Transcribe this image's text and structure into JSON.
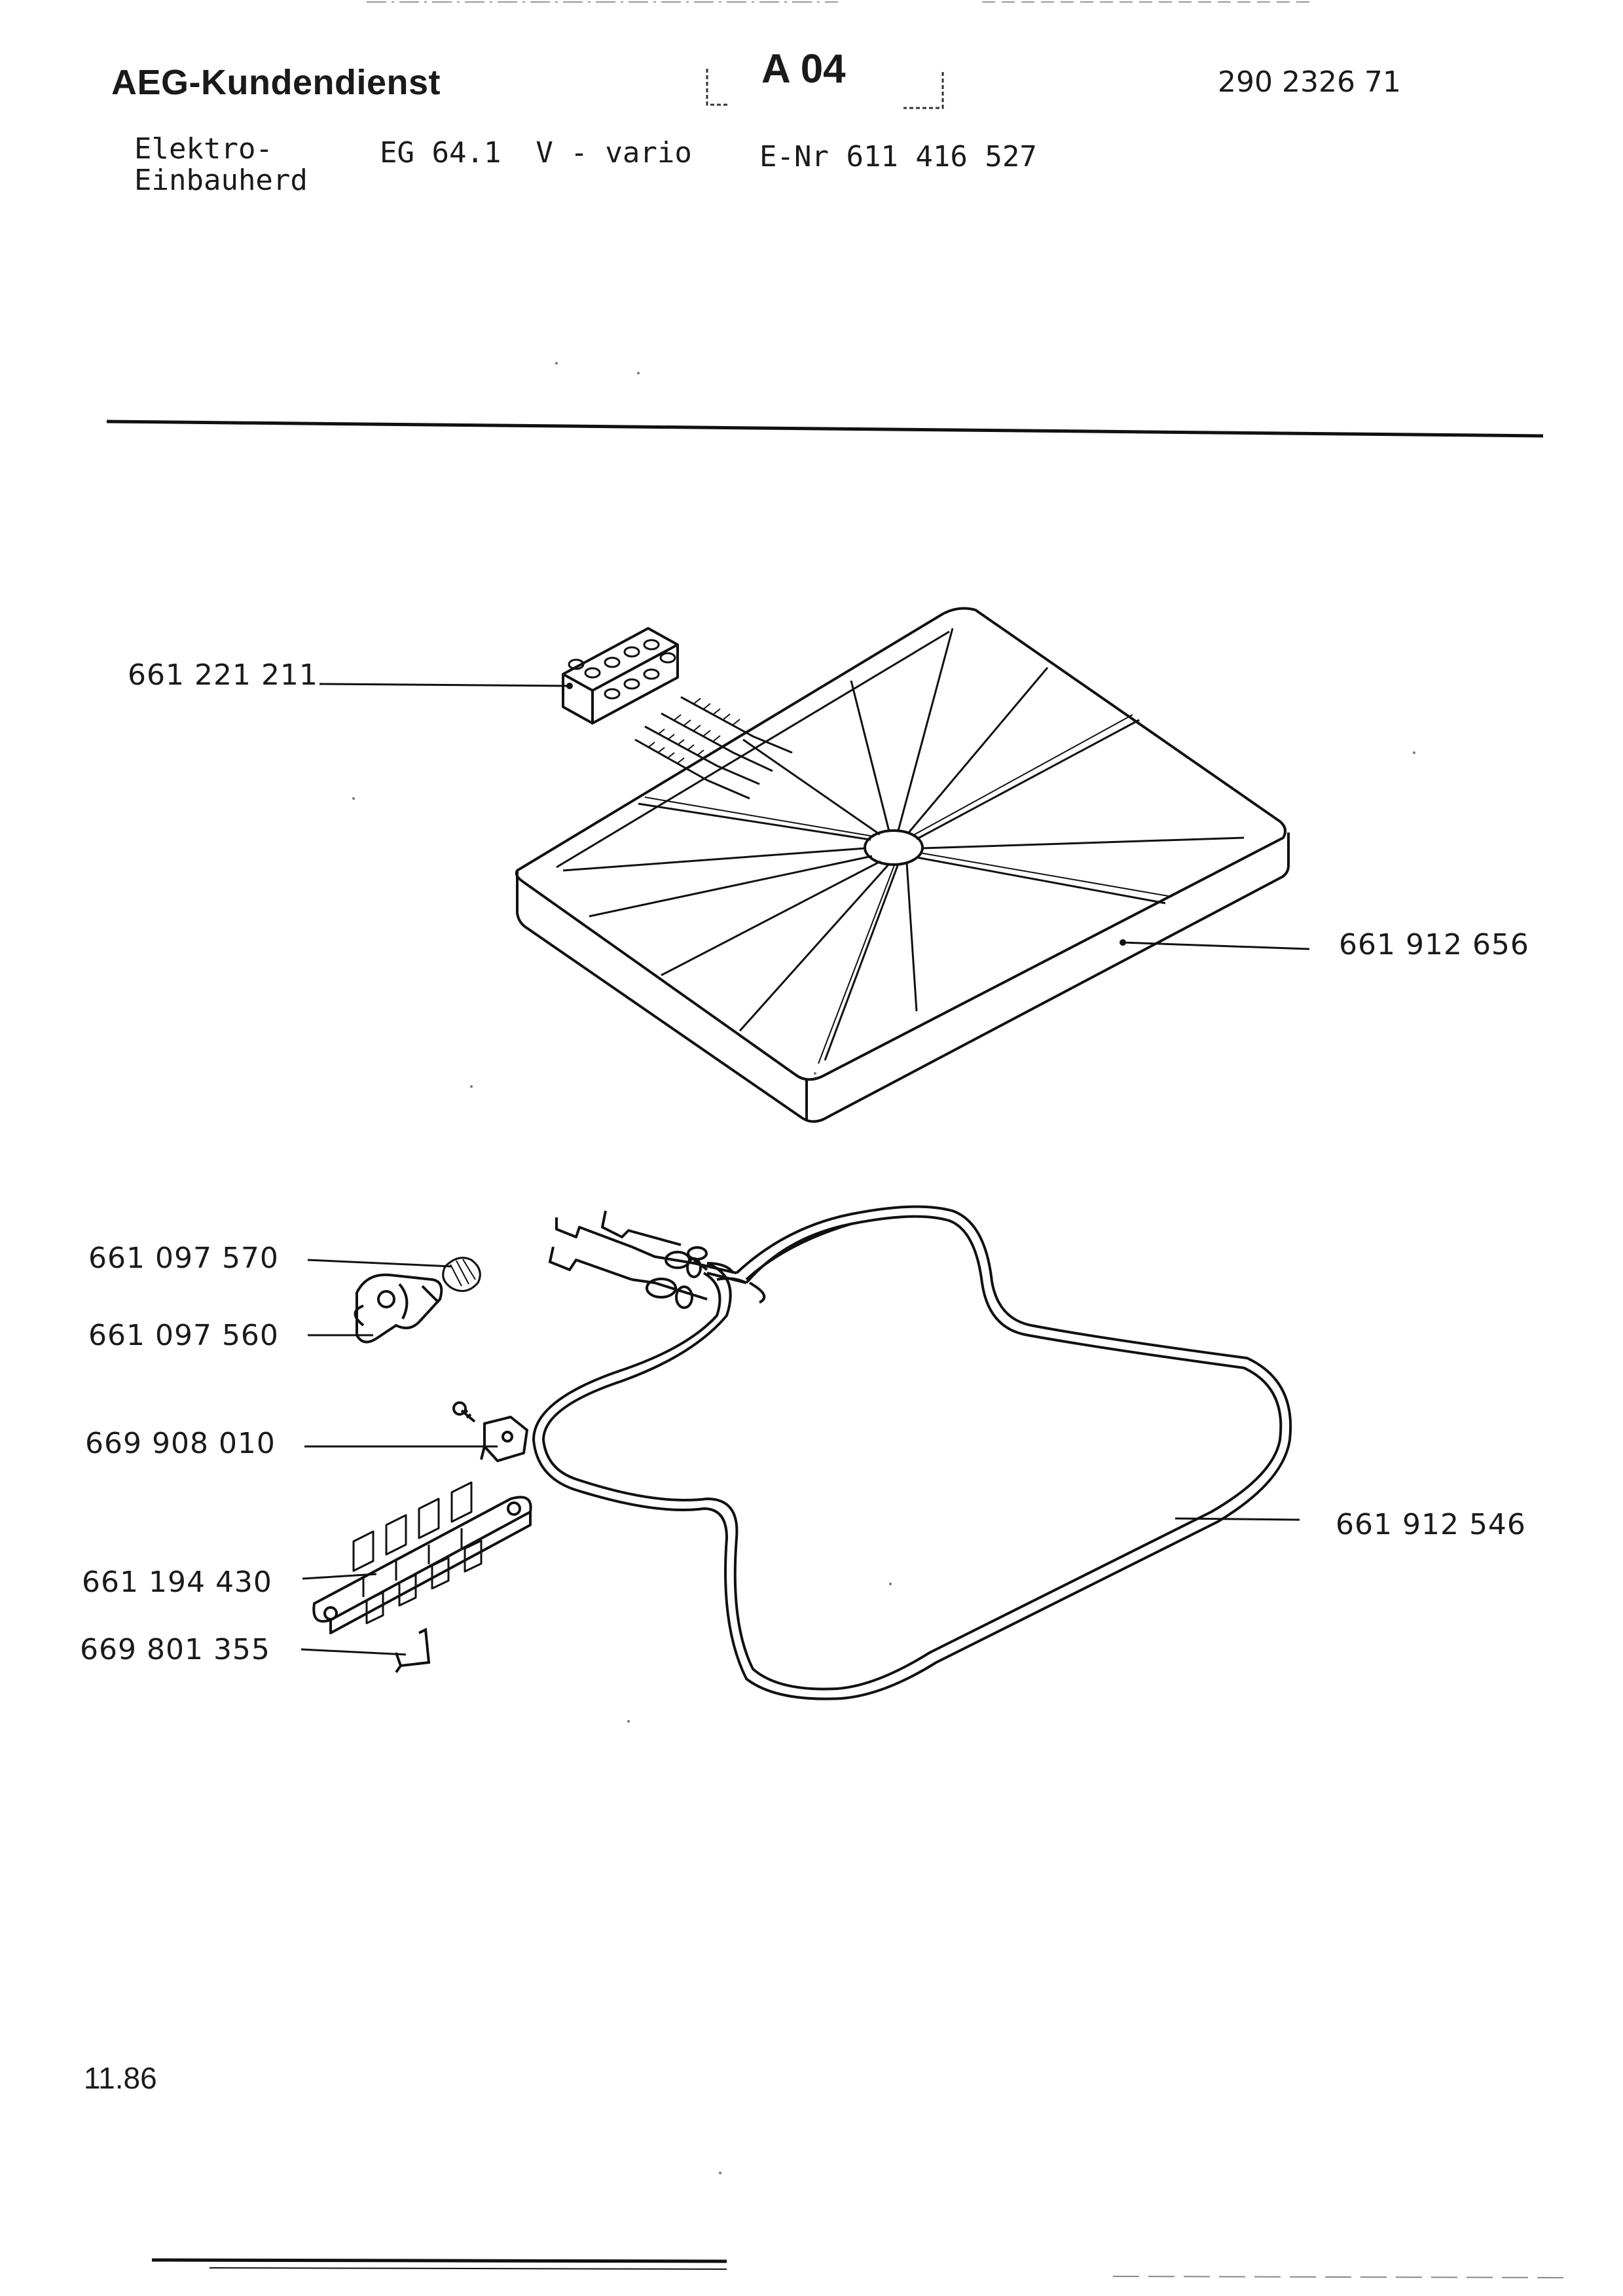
{
  "header": {
    "brand": "AEG-Kundendienst",
    "sheet": "A 04",
    "document_number": "290 2326 71",
    "category_line1": "Elektro-",
    "category_line2": "Einbauherd",
    "model": "EG 64.1  V - vario",
    "e_number": "E-Nr 611 416 527"
  },
  "parts": {
    "terminal_block": "661 221 211",
    "hotplate": "661 912 656",
    "clip_spring": "661 097 570",
    "bracket_holder": "661 097 560",
    "fixing_clamp": "669 908 010",
    "terminal_strip": "661 194 430",
    "connector_clip": "669 801 355",
    "heating_element": "661 912 546"
  },
  "footer": {
    "date": "11.86"
  }
}
